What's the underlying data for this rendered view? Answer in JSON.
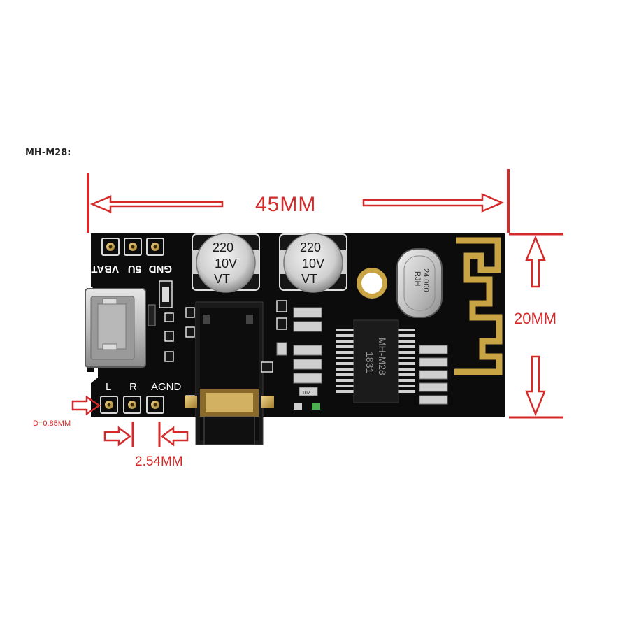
{
  "caption": "MH-M28:",
  "dimensions": {
    "width_label": "45MM",
    "height_label": "20MM",
    "pin_pitch_label": "2.54MM",
    "pin_diameter_label": "D=0.85MM"
  },
  "board": {
    "top_pins": [
      "GND",
      "5U",
      "VBAT"
    ],
    "bottom_pins": [
      "L",
      "R",
      "AGND"
    ],
    "capacitors": [
      {
        "value": "220",
        "voltage": "10V",
        "series": "VT"
      },
      {
        "value": "220",
        "voltage": "10V",
        "series": "VT"
      }
    ],
    "crystal": {
      "brand": "RJH",
      "frequency": "24.000"
    },
    "chip": {
      "model": "MH-M28",
      "code": "1831"
    },
    "resistor_code": "102"
  },
  "colors": {
    "annotation": "#d42a2a",
    "pcb": "#0c0c0c",
    "gold": "#c9a445",
    "silkscreen": "#ffffff"
  }
}
